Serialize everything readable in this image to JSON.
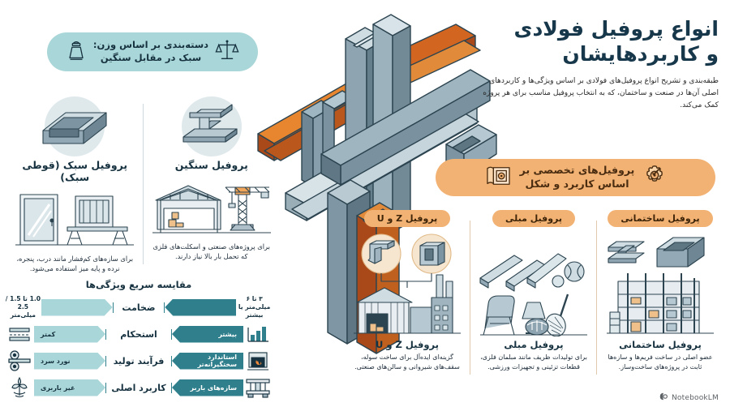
{
  "header": {
    "title_line1": "انواع پروفیل فولادی",
    "title_line2": "و کاربردهایشان",
    "subtitle": "طبقه‌بندی و تشریح انواع پروفیل‌های فولادی بر اساس ویژگی‌ها و کاربردهای اصلی آن‌ها در صنعت و ساختمان، که به انتخاب پروفیل مناسب برای هر پروژه کمک می‌کند."
  },
  "weight_badge": {
    "text_line1": "دسته‌بندی بر اساس وزن:",
    "text_line2": "سبک در مقابل سنگین",
    "left_icon": "balance-scale-icon",
    "right_icon": "weight-icon"
  },
  "profiles": [
    {
      "title": "پروفیل سبک (قوطی سبک)",
      "description": "برای سازه‌های کم‌فشار مانند درب، پنجره، نرده و پایه میز استفاده می‌شود.",
      "profile_icon": "hollow-square-tube-icon",
      "usage_icon": "door-and-table-icon"
    },
    {
      "title": "پروفیل سنگین",
      "description": "برای پروژه‌های صنعتی و اسکلت‌های فلزی که تحمل بار بالا نیاز دارند.",
      "profile_icon": "i-beam-icon",
      "usage_icon": "warehouse-and-crane-icon"
    }
  ],
  "comparison": {
    "title": "مقایسه سریع ویژگی‌ها",
    "rows": [
      {
        "feature": "ضخامت",
        "heavy_label": "",
        "light_label": "",
        "heavy_value": "۳ تا ۶ میلی‌متر یا بیشتر",
        "light_value": "1.0 تا 1.5 / 2.5 میلی‌متر",
        "icon": ""
      },
      {
        "feature": "استحکام",
        "heavy_label": "بیشتر",
        "light_label": "کمتر",
        "heavy_value": "",
        "light_value": "",
        "icon": "bar-chart-icon"
      },
      {
        "feature": "فرآیند تولید",
        "heavy_label": "استاندارد سختگیرانه‌تر",
        "light_label": "نورد سرد",
        "heavy_value": "",
        "light_value": "",
        "icon": "furnace-icon"
      },
      {
        "feature": "کاربرد اصلی",
        "heavy_label": "سازه‌های باربر",
        "light_label": "غیر باربری",
        "heavy_value": "",
        "light_value": "",
        "icon": "load-bearing-beam-icon"
      }
    ],
    "light_icons": [
      "",
      "flat-strip-icon",
      "cold-roller-icon",
      "ornament-icon"
    ]
  },
  "spec_badge": {
    "text_line1": "پروفیل‌های تخصصی بر",
    "text_line2": "اساس کاربرد و شکل",
    "left_icon": "gear-wrench-icon",
    "right_icon": "blueprint-icon"
  },
  "cards": [
    {
      "chip": "پروفیل Z و U",
      "title": "پروفیل Z و U",
      "description": "گزینه‌ای ایده‌آل برای ساخت سوله، سقف‌های شیروانی و سالن‌های صنعتی.",
      "art_icon": "z-u-purlin-factory-icon"
    },
    {
      "chip": "پروفیل مبلی",
      "title": "پروفیل مبلی",
      "description": "برای تولیدات ظریف مانند مبلمان فلزی، قطعات تزئینی و تجهیزات ورزشی.",
      "art_icon": "furniture-profile-icon"
    },
    {
      "chip": "پروفیل ساختمانی",
      "title": "پروفیل ساختمانی",
      "description": "عضو اصلی در ساخت فریم‌ها و سازه‌ها ثابت در پروژه‌های ساخت‌وساز.",
      "art_icon": "building-frame-icon"
    }
  ],
  "watermark": {
    "label": "NotebookLM",
    "icon": "notebooklm-logo-icon"
  },
  "colors": {
    "teal_badge": "#a9d6d8",
    "teal_dark": "#2f7f8c",
    "orange_badge": "#f2b274",
    "title_navy": "#17374b",
    "steel": "#8fa6b2",
    "rust": "#c05a22"
  }
}
